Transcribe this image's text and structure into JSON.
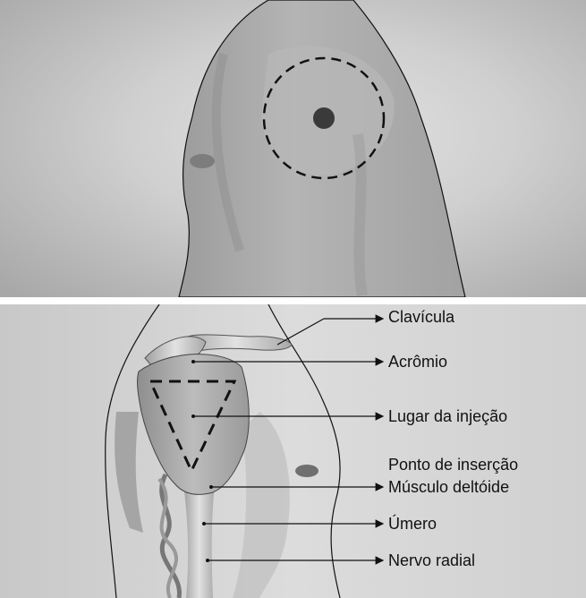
{
  "diagram": {
    "labels": {
      "clavicle": "Clavícula",
      "acromion": "Acrômio",
      "injection_site": "Lugar da injeção",
      "insertion_point": "Ponto de inserção",
      "deltoid_muscle": "Músculo deltóide",
      "humerus": "Úmero",
      "radial_nerve": "Nervo radial"
    },
    "colors": {
      "background_top": "#bdbdbd",
      "background_bottom": "#d4d4d4",
      "skin": "#a9a9a9",
      "bone": "#cfcfcf",
      "muscle": "#b5b5b5",
      "outline": "#111111",
      "target_dot": "#3a3a3a"
    },
    "icons": {
      "injection_target": "dot-in-dashed-circle",
      "injection_zone": "dashed-triangle",
      "label_pointer": "arrow-right"
    }
  }
}
